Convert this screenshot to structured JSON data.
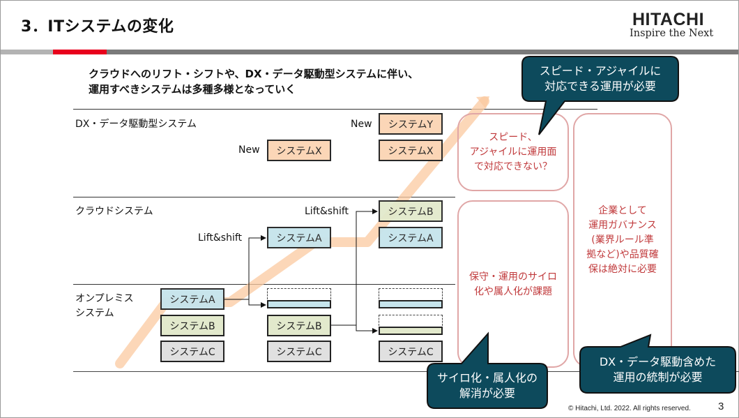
{
  "header": {
    "title": "3．ITシステムの変化",
    "logo_main": "HITACHI",
    "logo_sub": "Inspire the Next",
    "accent_bar_colors": {
      "left": "#b3b3b3",
      "accent": "#e8001c",
      "right": "#7a7a7a"
    }
  },
  "lead": "クラウドへのリフト・シフトや、DX・データ駆動型システムに伴い、\n運用すべきシステムは多種多様となっていく",
  "rows": [
    {
      "label": "DX・データ駆動型システム"
    },
    {
      "label": "クラウドシステム"
    },
    {
      "label": "オンプレミス\nシステム"
    }
  ],
  "annotations": {
    "new_1": "New",
    "new_2": "New",
    "lift_shift_1": "Lift&shift",
    "lift_shift_2": "Lift&shift"
  },
  "systems": {
    "dx_stage2_x": "システムX",
    "dx_stage3_y": "システムY",
    "dx_stage3_x": "システムX",
    "cloud_stage2_a": "システムA",
    "cloud_stage3_b": "システムB",
    "cloud_stage3_a": "システムA",
    "onprem_stage1_a": "システムA",
    "onprem_stage1_b": "システムB",
    "onprem_stage1_c": "システムC",
    "onprem_stage2_b": "システムB",
    "onprem_stage2_c": "システムC",
    "onprem_stage3_c": "システムC"
  },
  "system_colors": {
    "dx": "#fbd5b5",
    "a": "#c6e4ec",
    "b": "#e2e9cc",
    "c": "#e0e0e0"
  },
  "issues": {
    "speed": "スピード、\nアジャイルに運用面\nで対応できない？",
    "silo": "保守・運用のサイロ\n化や属人化が課題",
    "governance": "企業として\n運用ガバナンス\n(業界ルール準\n拠など)や品質確\n保は絶対に必要"
  },
  "callouts": {
    "speed": "スピード・アジャイルに\n対応できる運用が必要",
    "silo": "サイロ化・属人化の\n解消が必要",
    "governance": "DX・データ駆動含めた\n運用の統制が必要",
    "fill_color": "#0d4a5c"
  },
  "footer": {
    "copyright": "© Hitachi, Ltd. 2022. All rights reserved.",
    "page_number": "3"
  }
}
